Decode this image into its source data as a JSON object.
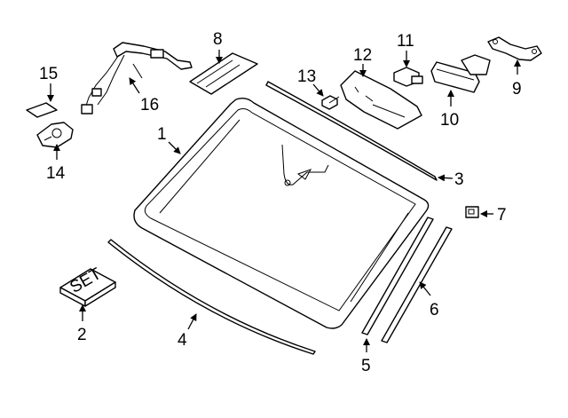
{
  "callouts": [
    {
      "key": "c1",
      "label": "1"
    },
    {
      "key": "c2",
      "label": "2"
    },
    {
      "key": "c3",
      "label": "3"
    },
    {
      "key": "c4",
      "label": "4"
    },
    {
      "key": "c5",
      "label": "5"
    },
    {
      "key": "c6",
      "label": "6"
    },
    {
      "key": "c7",
      "label": "7"
    },
    {
      "key": "c8",
      "label": "8"
    },
    {
      "key": "c9",
      "label": "9"
    },
    {
      "key": "c10",
      "label": "10"
    },
    {
      "key": "c11",
      "label": "11"
    },
    {
      "key": "c12",
      "label": "12"
    },
    {
      "key": "c13",
      "label": "13"
    },
    {
      "key": "c14",
      "label": "14"
    },
    {
      "key": "c15",
      "label": "15"
    },
    {
      "key": "c16",
      "label": "16"
    }
  ],
  "set_box_text": "SET"
}
